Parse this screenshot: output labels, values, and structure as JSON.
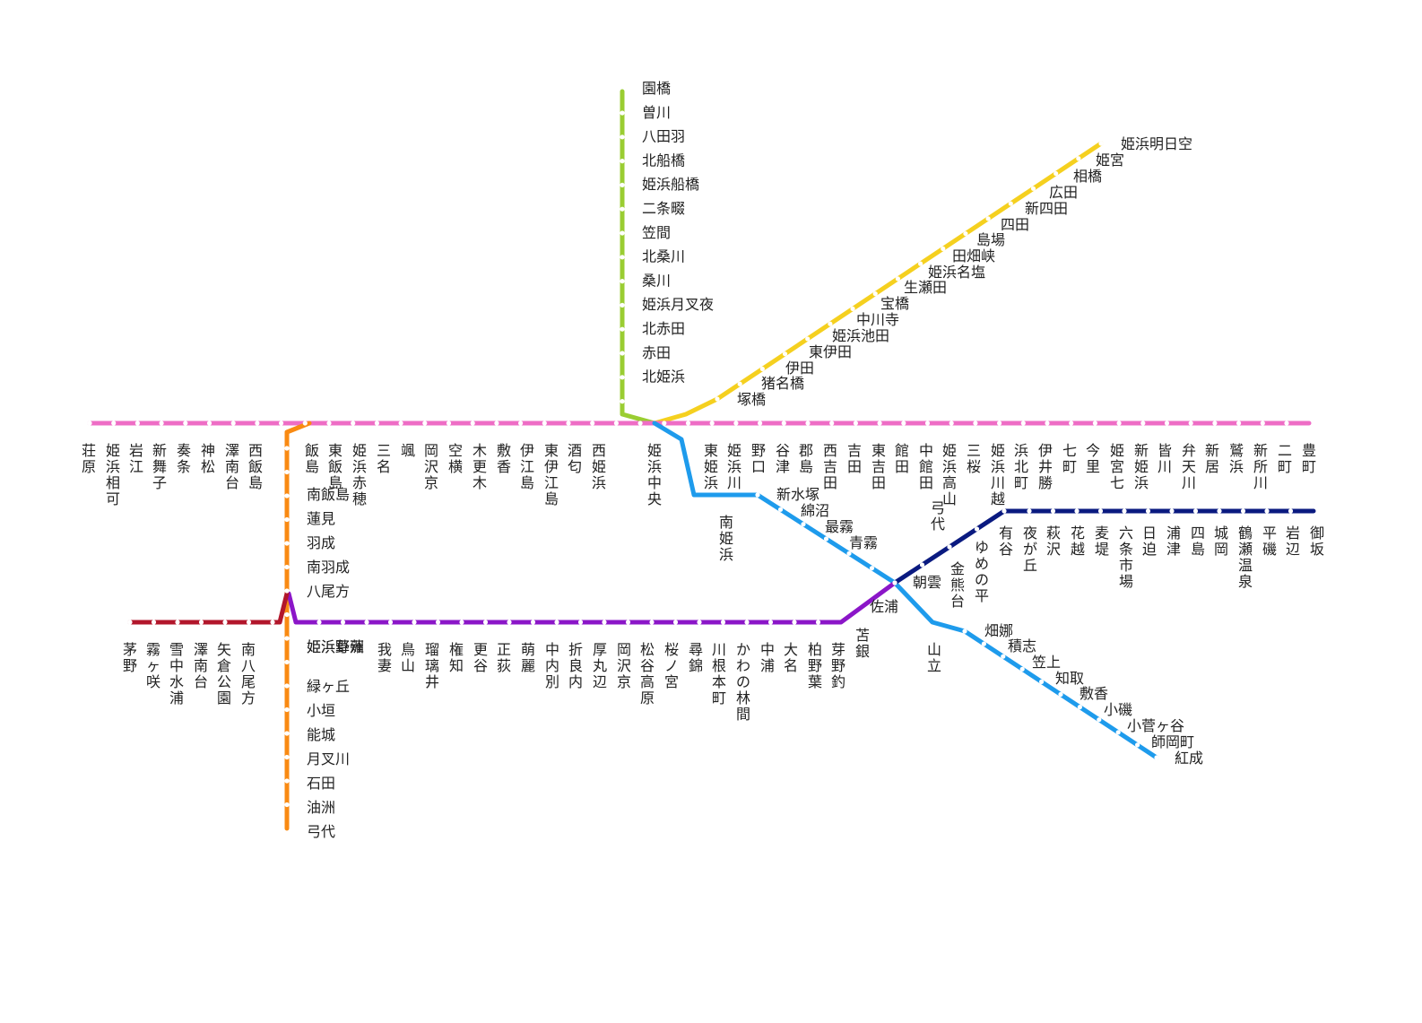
{
  "colors": {
    "yellowgreen": "#9acd32",
    "yellow": "#f5d01f",
    "pink": "#ee6dc5",
    "orange": "#f98a12",
    "sky": "#1e9bec",
    "navy": "#0a1a80",
    "purple": "#8b16c8",
    "crimson": "#b2162b",
    "dot": "#ffffff"
  },
  "lines": [
    {
      "id": "yellowgreen",
      "color_key": "yellowgreen",
      "stations": [
        "園橋",
        "曽川",
        "八田羽",
        "北船橋",
        "姫浜船橋",
        "二条畷",
        "笠間",
        "北桑川",
        "桑川",
        "姫浜月叉夜",
        "北赤田",
        "赤田",
        "北姫浜"
      ]
    },
    {
      "id": "yellow",
      "color_key": "yellow",
      "stations": [
        "姫浜明日空",
        "姫宮",
        "相橋",
        "広田",
        "新四田",
        "四田",
        "島場",
        "田畑峡",
        "姫浜名塩",
        "生瀬田",
        "宝橋",
        "中川寺",
        "姫浜池田",
        "東伊田",
        "伊田",
        "猪名橋",
        "塚橋"
      ]
    },
    {
      "id": "pink",
      "color_key": "pink",
      "stations": [
        "荘原",
        "姫浜相可",
        "岩江",
        "新舞子",
        "奏条",
        "神松",
        "澤南台",
        "西飯島",
        "飯島",
        "東飯島",
        "姫浜赤穂",
        "三名",
        "颯",
        "岡沢京",
        "空横",
        "木更木",
        "敷香",
        "伊江島",
        "東伊江島",
        "酒匂",
        "西姫浜",
        "姫浜中央",
        "東姫浜",
        "姫浜川",
        "野口",
        "谷津",
        "郡島",
        "西吉田",
        "吉田",
        "東吉田",
        "館田",
        "中館田",
        "姫浜高山",
        "三桜",
        "姫浜川越",
        "浜北町",
        "伊井勝",
        "七町",
        "今里",
        "姫宮七",
        "新姫浜",
        "皆川",
        "弁天川",
        "新居",
        "鷲浜",
        "新所川",
        "二町",
        "豊町"
      ]
    },
    {
      "id": "orange",
      "color_key": "orange",
      "stations": [
        "南飯島",
        "蓮見",
        "羽成",
        "南羽成",
        "八尾方",
        "姫浜野洲",
        "緑ヶ丘",
        "小垣",
        "能城",
        "月叉川",
        "石田",
        "油洲",
        "弓代"
      ]
    },
    {
      "id": "sky",
      "color_key": "sky",
      "stations": [
        "南姫浜",
        "新水塚",
        "綿沼",
        "最霧",
        "青霧",
        "朝雲",
        "山立",
        "畑娜",
        "積志",
        "笠上",
        "知取",
        "敷香",
        "小磯",
        "小菅ヶ谷",
        "師岡町",
        "紅成"
      ]
    },
    {
      "id": "navy",
      "color_key": "navy",
      "stations": [
        "金熊台",
        "ゆめの平",
        "有谷",
        "夜が丘",
        "萩沢",
        "花越",
        "麦堤",
        "六条市場",
        "日迫",
        "浦津",
        "四島",
        "城岡",
        "鶴瀬温泉",
        "平磯",
        "岩辺",
        "御坂"
      ]
    },
    {
      "id": "purple",
      "color_key": "purple",
      "stations": [
        "佐浦",
        "苫銀",
        "芽野釣",
        "柏野葉",
        "大名",
        "中浦",
        "かわの林間",
        "川根本町",
        "尋錦",
        "桜ノ宮",
        "松谷高原",
        "岡沢京",
        "厚丸辺",
        "折良内",
        "中内別",
        "萌麗",
        "正荻",
        "更谷",
        "権知",
        "瑠璃井",
        "鳥山",
        "我妻",
        "姫浜草薙"
      ]
    },
    {
      "id": "crimson",
      "color_key": "crimson",
      "stations": [
        "茅野",
        "霧ヶ咲",
        "雪中水浦",
        "澤南台",
        "矢倉公園",
        "南八尾方"
      ]
    },
    {
      "id": "extra",
      "color_key": "pink",
      "stations": [
        "弓代"
      ]
    }
  ]
}
